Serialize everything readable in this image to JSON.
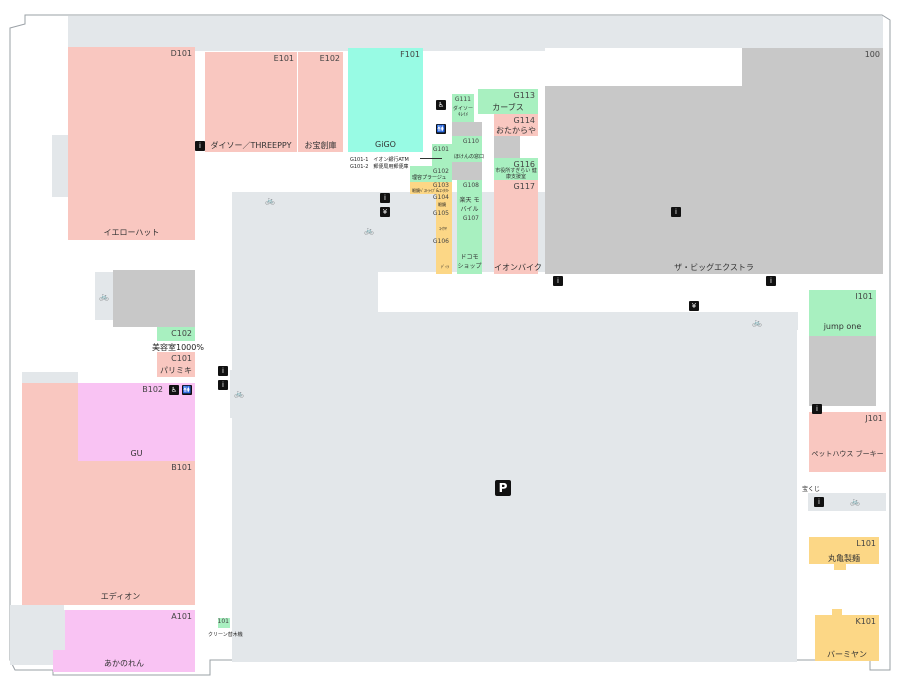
{
  "stores": {
    "d101": {
      "code": "D101",
      "name": "イエローハット"
    },
    "e101": {
      "code": "E101",
      "name": "ダイソー／THREEPPY"
    },
    "e102": {
      "code": "E102",
      "name": "お宝創庫"
    },
    "f101": {
      "code": "F101",
      "name": "GiGO"
    },
    "g111": {
      "code": "G111",
      "name": "ダイソー ｷﾚｲﾒ"
    },
    "g113": {
      "code": "G113",
      "name": "カーブス"
    },
    "g114": {
      "code": "G114",
      "name": "おたからや"
    },
    "g110": {
      "code": "G110",
      "name": ""
    },
    "g101": {
      "code": "G101",
      "name": "ほけんの窓口"
    },
    "g116": {
      "code": "G116",
      "name": "市役所すぎらい 健康支援室"
    },
    "g102": {
      "code": "G102",
      "name": "理容プラージュ"
    },
    "g103": {
      "code": "G103",
      "name": "眼鏡ﾍﾞｽﾄﾗｲﾌﾞ&ｺﾝﾀｸﾄ"
    },
    "g108": {
      "code": "G108",
      "name": "楽天 モバイル"
    },
    "g117": {
      "code": "G117",
      "name": "イオンバイク"
    },
    "g104": {
      "code": "G104",
      "name": "眼鏡"
    },
    "g105": {
      "code": "G105",
      "name": "ｺｲｹﾔ"
    },
    "g107": {
      "code": "G107",
      "name": "ドコモ ショップ"
    },
    "g106": {
      "code": "G106",
      "name": "ﾃﾞｨﾗ"
    },
    "s100": {
      "code": "100",
      "name": "ザ・ビッグエクストラ"
    },
    "c102": {
      "code": "C102",
      "name": "美容室1000%"
    },
    "c101": {
      "code": "C101",
      "name": "パリミキ"
    },
    "b102": {
      "code": "B102",
      "name": "GU"
    },
    "b101": {
      "code": "B101",
      "name": "エディオン"
    },
    "a101": {
      "code": "A101",
      "name": "あかのれん"
    },
    "s101": {
      "code": "101",
      "name": "クリーン替木機"
    },
    "i101": {
      "code": "I101",
      "name": "jump one"
    },
    "j101": {
      "code": "J101",
      "name": "ペットハウス ブーキー"
    },
    "l101": {
      "code": "L101",
      "name": "丸亀製麺"
    },
    "k101": {
      "code": "K101",
      "name": "バーミヤン"
    }
  },
  "labels": {
    "atm1": "G101-1　イオン銀行ATM",
    "atm2": "G101-2　郵便局用郵便庫",
    "takarakuji": "宝くじ",
    "parking": "P"
  },
  "icons": {
    "info": "i",
    "restroom": "🚻",
    "accessible": "♿",
    "bike": "🚲",
    "atm": "¥"
  }
}
